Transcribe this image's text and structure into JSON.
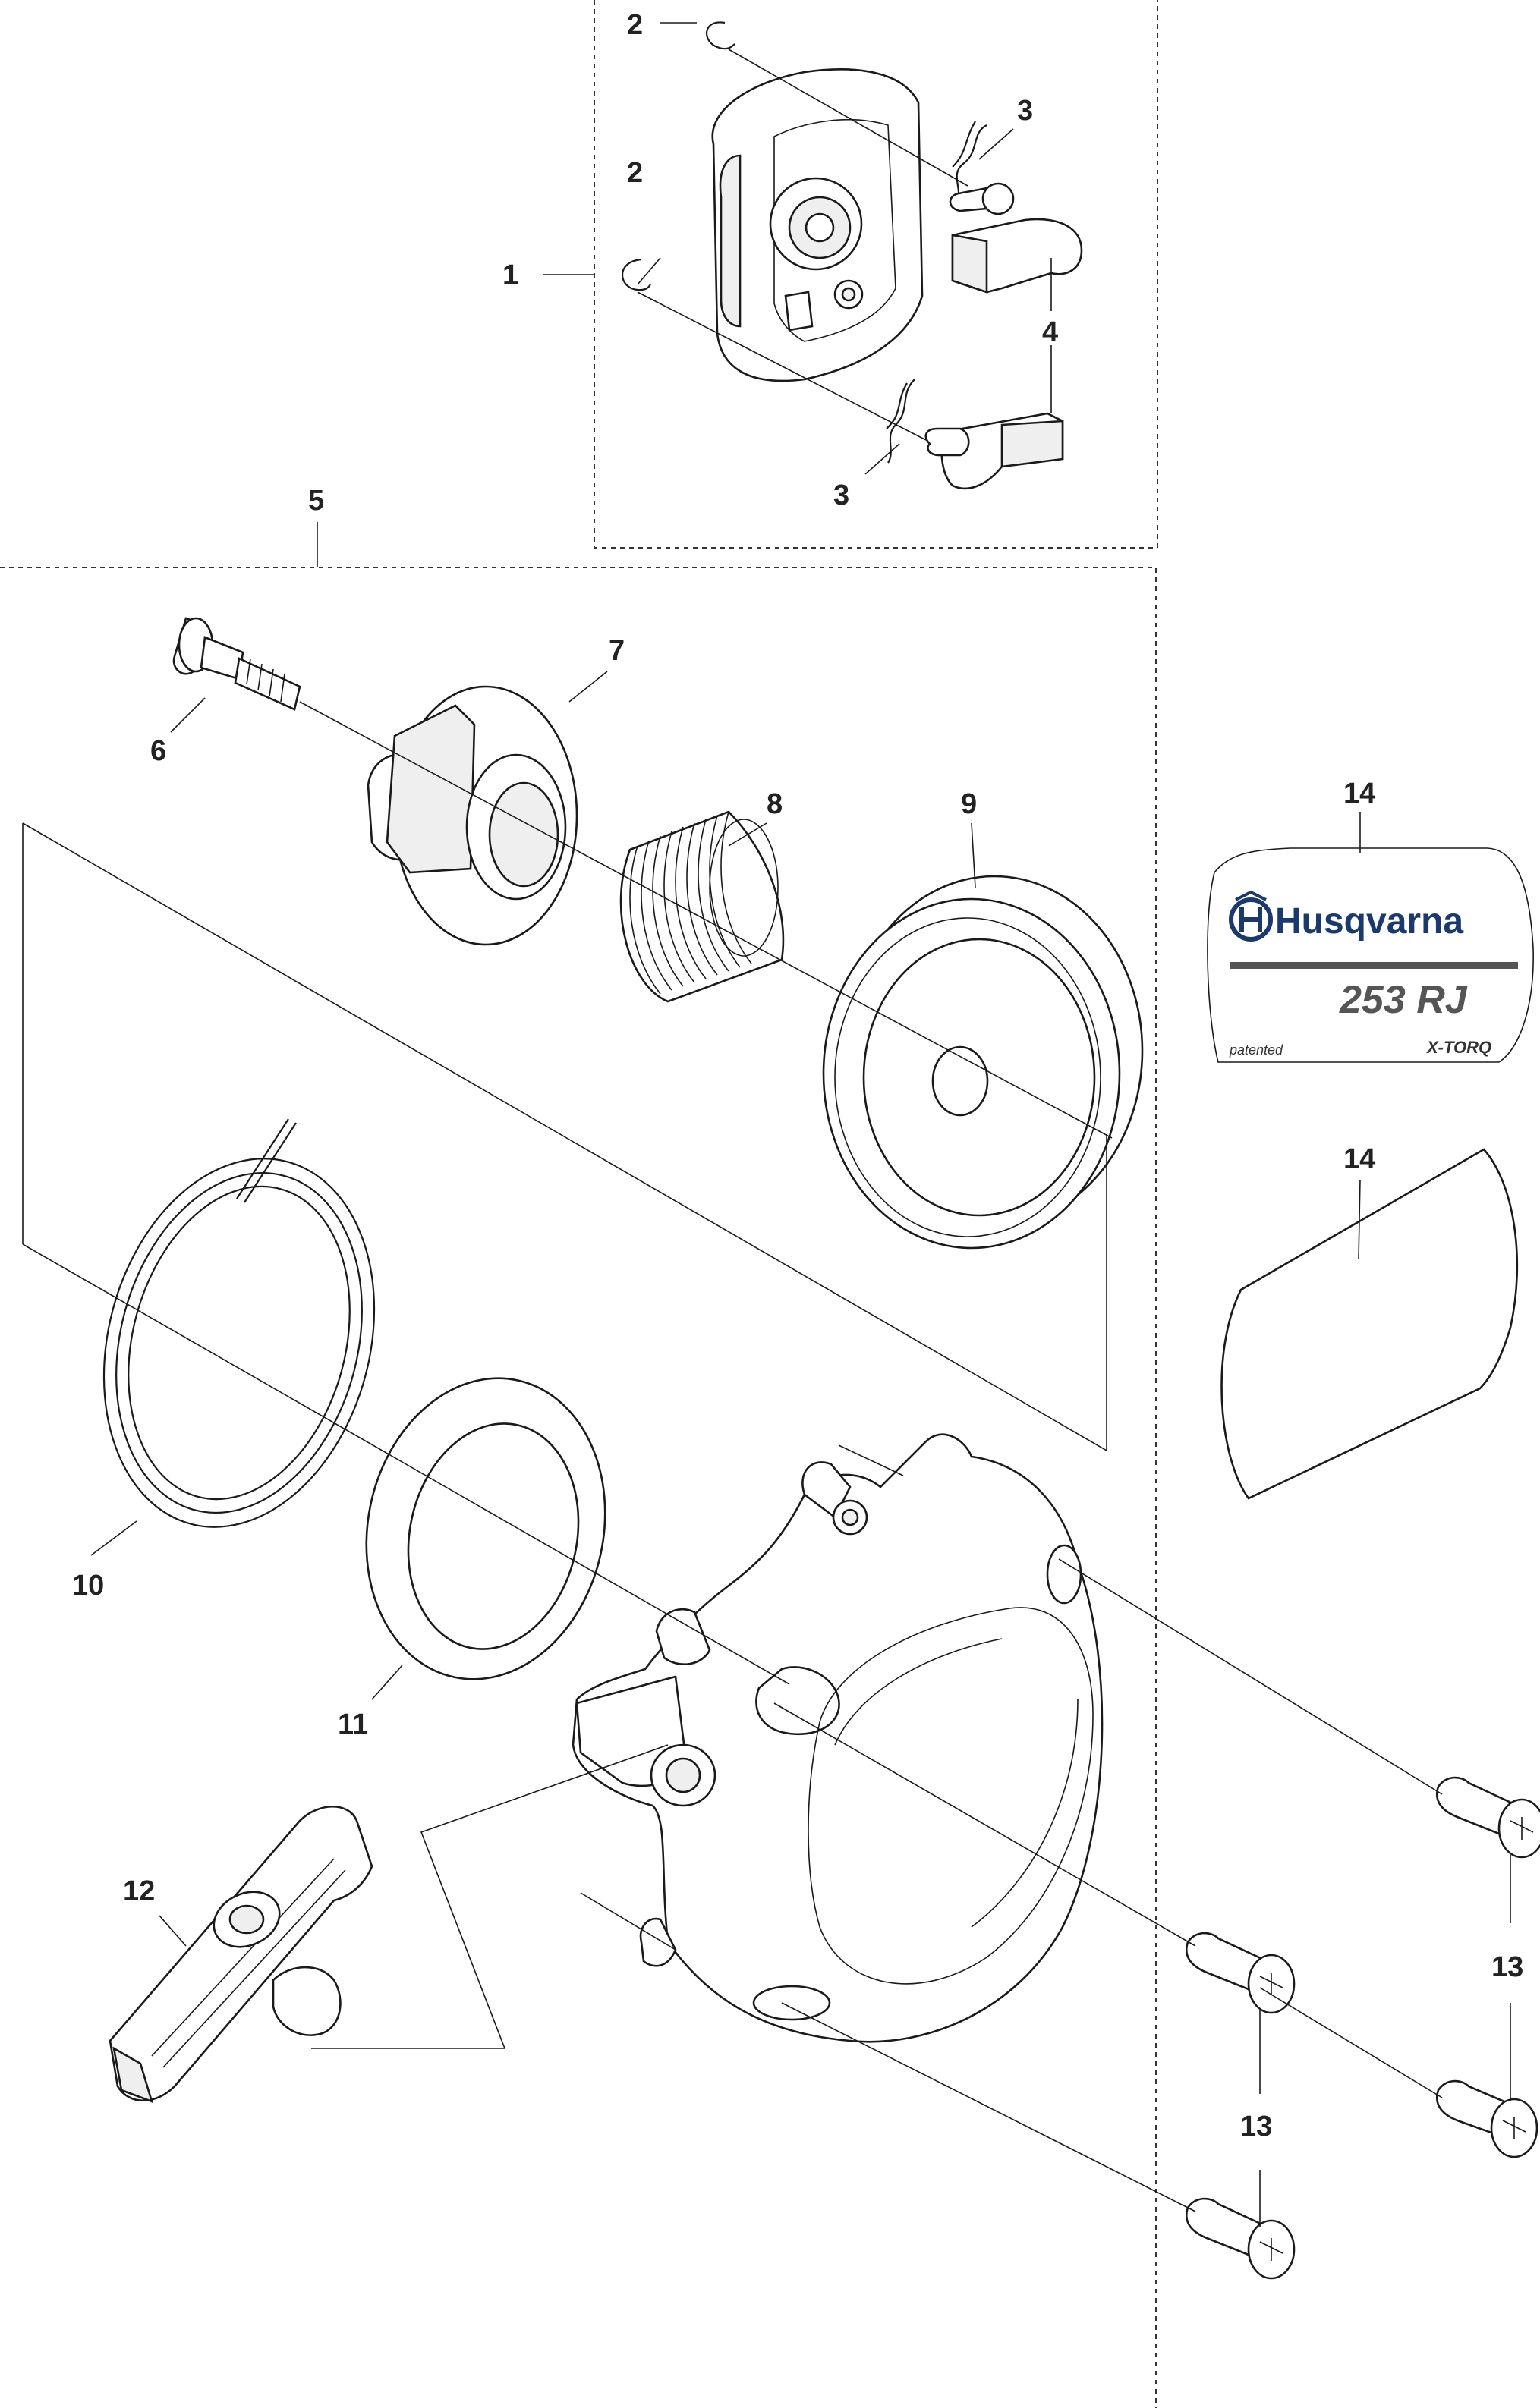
{
  "callouts": {
    "c1": "1",
    "c2a": "2",
    "c2b": "2",
    "c3a": "3",
    "c3b": "3",
    "c4": "4",
    "c5": "5",
    "c6": "6",
    "c7": "7",
    "c8": "8",
    "c9": "9",
    "c10": "10",
    "c11": "11",
    "c12": "12",
    "c13a": "13",
    "c13b": "13",
    "c14a": "14",
    "c14b": "14"
  },
  "decal": {
    "brand": "Husqvarna",
    "model": "253 RJ",
    "patented": "patented",
    "series": "X-TORQ",
    "brand_color": "#1b3a6b"
  }
}
